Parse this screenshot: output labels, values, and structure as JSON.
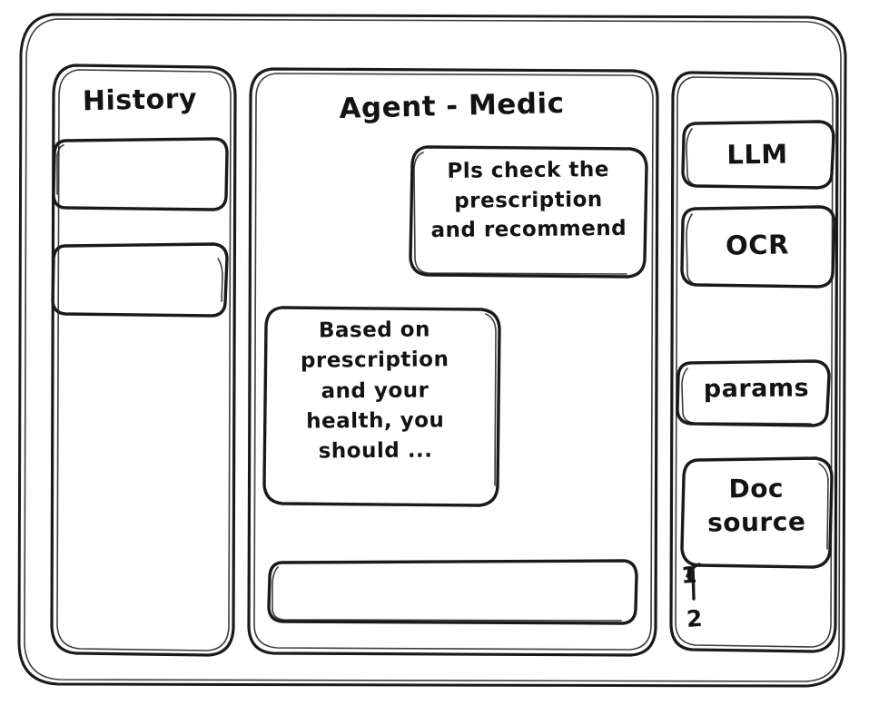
{
  "window": {
    "style": "hand-drawn-wireframe",
    "stroke_color": "#1a1a1a",
    "background_color": "#ffffff"
  },
  "sidebar_left": {
    "title": "History",
    "items": [
      {
        "label": ""
      },
      {
        "label": ""
      }
    ]
  },
  "main": {
    "title": "Agent - Medic",
    "messages": [
      {
        "role": "user",
        "text": "Pls check the\nprescription\nand recommend"
      },
      {
        "role": "assistant",
        "text": "Based on\nprescription\nand your\nhealth, you\nshould ..."
      }
    ],
    "composer": {
      "value": "",
      "placeholder": ""
    }
  },
  "sidebar_right": {
    "tools": [
      {
        "label": "LLM"
      },
      {
        "label": "OCR"
      }
    ],
    "params": {
      "label": "params"
    },
    "doc_source": {
      "label": "Doc\nsource",
      "sources": [
        {
          "marker": "1"
        },
        {
          "marker": "2"
        }
      ]
    }
  }
}
